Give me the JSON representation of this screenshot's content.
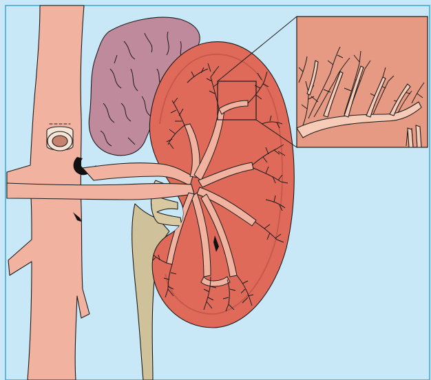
{
  "figure": {
    "subject": "kidney-renal-vasculature",
    "has_text_labels": false,
    "colors": {
      "background": "#c9e8f7",
      "frame": "#3aa6dc",
      "vessel": "#f1b29f",
      "kidney_cortex": "#df6a5a",
      "kidney_cortex_edge": "#c65a4b",
      "adrenal_gland": "#bf8a9c",
      "ureter": "#cfc29a",
      "renal_pelvis": "#d9c9a1",
      "inset_background": "#e69a84",
      "inset_vessel": "#f6cbb8",
      "outline": "#1a1a1a"
    },
    "structures": [
      "aorta",
      "vena-cava-cross-section",
      "adrenal-gland",
      "kidney",
      "renal-artery",
      "segmental-arteries",
      "interlobar-arteries",
      "arcuate-arteries",
      "interlobular-arteries",
      "renal-pelvis-calyces",
      "ureter",
      "magnified-inset"
    ]
  }
}
